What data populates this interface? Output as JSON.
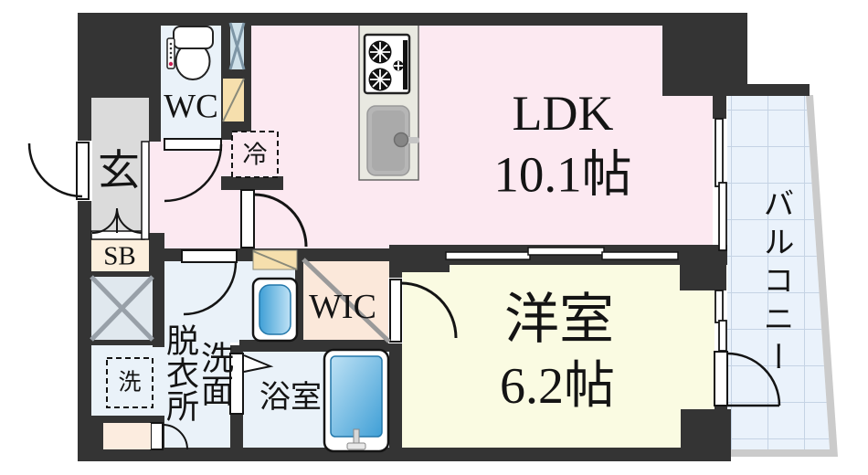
{
  "plan_type": "apartment-floorplan",
  "rooms": {
    "ldk": {
      "name": "LDK",
      "size": "10.1帖"
    },
    "western": {
      "name": "洋室",
      "size": "6.2帖"
    },
    "wic": {
      "name": "WIC"
    },
    "wc": {
      "name": "WC"
    },
    "entrance": {
      "name": "玄"
    },
    "shoebox": {
      "name": "SB"
    },
    "dressing": {
      "name": "脱衣所"
    },
    "washroom": {
      "name": "洗面"
    },
    "bath": {
      "name": "浴室"
    },
    "balcony": {
      "name": "バルコニー"
    }
  },
  "fixtures": {
    "refrigerator": "冷",
    "washer": "洗"
  },
  "colors": {
    "wall": "#343434",
    "ldk_floor": "#fce9f1",
    "western_floor": "#fafbe2",
    "wet_floor": "#eaf2f9",
    "wic_floor": "#fbe8da",
    "entrance_floor": "#dbdbdb",
    "shoebox_floor": "#fcefdd",
    "balcony_floor": "#eaf2fb",
    "balcony_grid": "#c5d3e4",
    "balcony_border": "#cbcbcb",
    "fixture_tan": "#f6dfad",
    "water_blue": "#5bb0e0"
  }
}
